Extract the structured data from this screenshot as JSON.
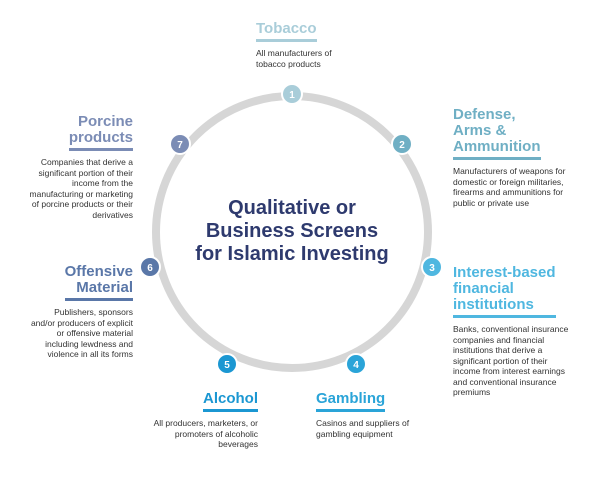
{
  "diagram": {
    "center_title_lines": [
      "Qualitative or",
      "Business Screens",
      "for Islamic Investing"
    ],
    "ring_color": "#d6d6d6",
    "title_color": "#2e3a6e",
    "items": [
      {
        "number": "1",
        "label_lines": [
          "Tobacco"
        ],
        "description": "All manufacturers of tobacco products",
        "color": "#a9cdd9"
      },
      {
        "number": "2",
        "label_lines": [
          "Defense,",
          "Arms &",
          "Ammunition"
        ],
        "description": "Manufacturers of weapons for domestic or foreign militaries, firearms and ammunitions for public or private use",
        "color": "#6fafc4"
      },
      {
        "number": "3",
        "label_lines": [
          "Interest-based",
          "financial",
          "institutions"
        ],
        "description": "Banks, conventional insurance companies and financial institutions that derive a significant portion of their income from interest earnings and conventional insurance premiums",
        "color": "#4fb7e0"
      },
      {
        "number": "4",
        "label_lines": [
          "Gambling"
        ],
        "description": "Casinos and suppliers of gambling equipment",
        "color": "#2aa4d8"
      },
      {
        "number": "5",
        "label_lines": [
          "Alcohol"
        ],
        "description": "All producers, marketers, or promoters of alcoholic beverages",
        "color": "#1b97d2"
      },
      {
        "number": "6",
        "label_lines": [
          "Offensive",
          "Material"
        ],
        "description": "Publishers, sponsors and/or producers of explicit or offensive material including lewdness and violence in all its forms",
        "color": "#5a77a8"
      },
      {
        "number": "7",
        "label_lines": [
          "Porcine",
          "products"
        ],
        "description": "Companies that derive a significant portion of their income from the manufacturing or marketing of porcine products or their derivatives",
        "color": "#7b8cb5"
      }
    ]
  }
}
